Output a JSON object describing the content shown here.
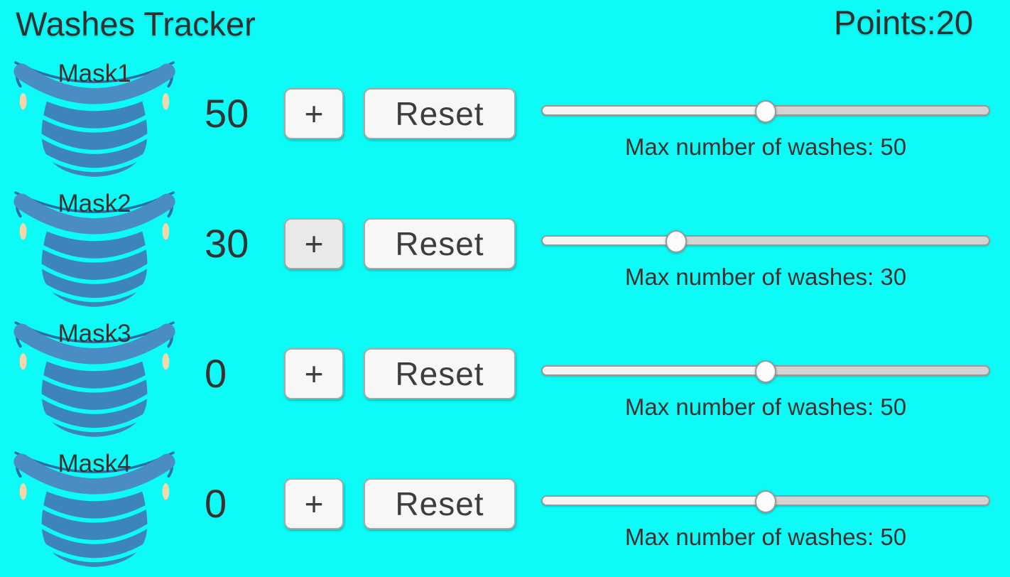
{
  "app": {
    "title": "Washes Tracker",
    "points_label": "Points:",
    "points_value": "20"
  },
  "colors": {
    "background": "#0dfbf6",
    "mask_body": "#3e84bc",
    "mask_band": "#4a8cc4",
    "mask_outline": "#2d6ca6",
    "mask_skin": "#f2d6ac",
    "text": "#333333",
    "button_bg": "#f7f7f7",
    "slider_fill": "#f4f4f4",
    "slider_track": "#d3d3d3"
  },
  "rows": [
    {
      "mask_label": "Mask1",
      "count": "50",
      "plus_label": "+",
      "reset_label": "Reset",
      "slider_value": 50,
      "max_label": "Max number of washes: 50",
      "plus_hover": false
    },
    {
      "mask_label": "Mask2",
      "count": "30",
      "plus_label": "+",
      "reset_label": "Reset",
      "slider_value": 30,
      "max_label": "Max number of washes: 30",
      "plus_hover": true
    },
    {
      "mask_label": "Mask3",
      "count": "0",
      "plus_label": "+",
      "reset_label": "Reset",
      "slider_value": 50,
      "max_label": "Max number of washes: 50",
      "plus_hover": false
    },
    {
      "mask_label": "Mask4",
      "count": "0",
      "plus_label": "+",
      "reset_label": "Reset",
      "slider_value": 50,
      "max_label": "Max number of washes: 50",
      "plus_hover": false
    }
  ]
}
